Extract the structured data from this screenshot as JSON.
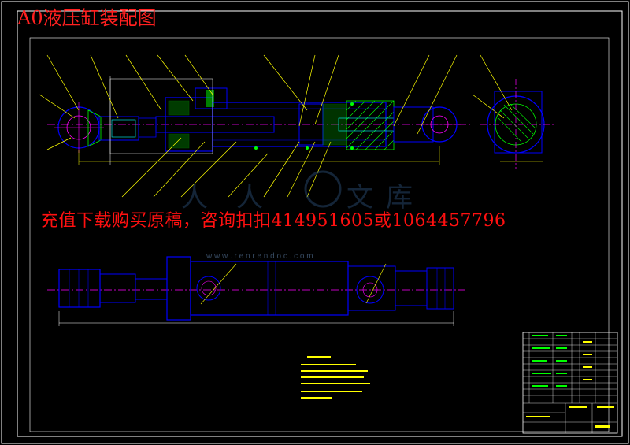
{
  "title": "A0液压缸装配图",
  "promo_text": "充值下载购买原稿，咨询扣扣414951605或1064457796",
  "watermark": {
    "url_text": "w w w . r e n r e n d o c . c o m"
  },
  "colors": {
    "background": "#000000",
    "frame": "#ffffff",
    "part_outline": "#0000ff",
    "leader": "#ffff00",
    "hatch": "#00ff00",
    "center_line": "#ff00ff",
    "accent_red": "#ff2020",
    "cyan": "#00ffff"
  }
}
